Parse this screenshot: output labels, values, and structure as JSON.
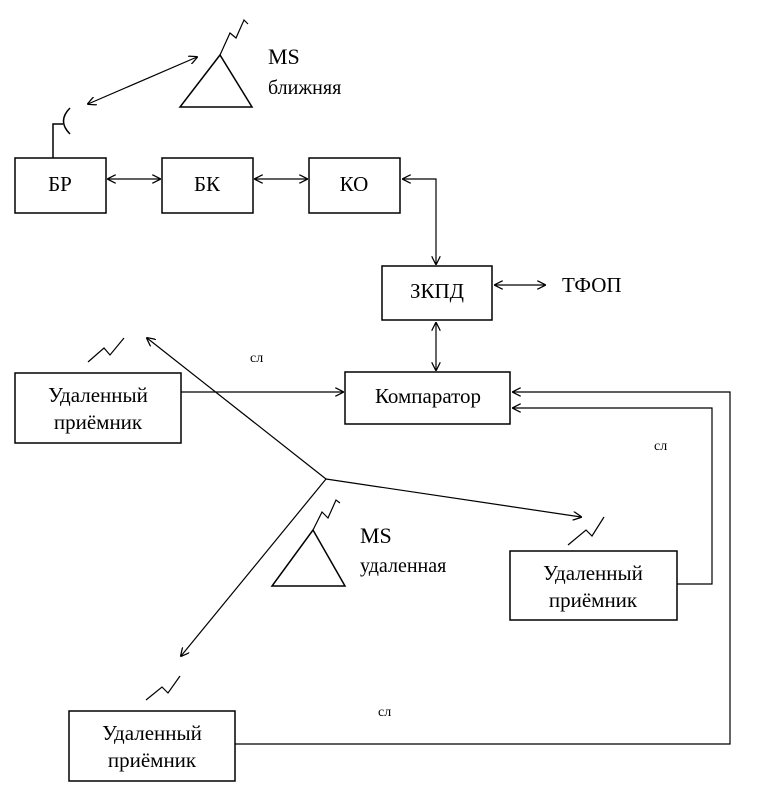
{
  "ms_near": {
    "line1": "MS",
    "line2": "ближняя"
  },
  "ms_far": {
    "line1": "MS",
    "line2": "удаленная"
  },
  "blocks": {
    "br": "БР",
    "bk": "БК",
    "ko": "КО",
    "zkpd": "ЗКПД",
    "tfop": "ТФОП",
    "comparator": "Компаратор"
  },
  "remote_receivers": [
    {
      "line1": "Удаленный",
      "line2": "приёмник"
    },
    {
      "line1": "Удаленный",
      "line2": "приёмник"
    },
    {
      "line1": "Удаленный",
      "line2": "приёмник"
    }
  ],
  "link_labels": [
    "сл",
    "сл",
    "сл"
  ]
}
